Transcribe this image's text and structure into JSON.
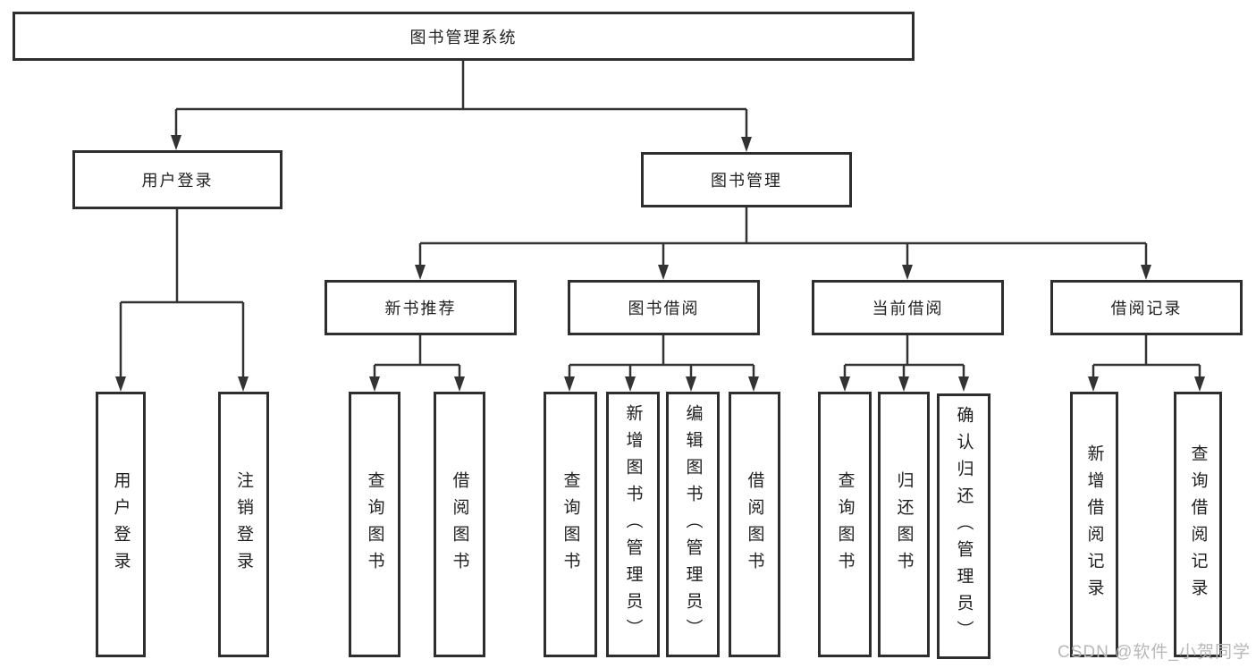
{
  "tree": {
    "label": "图书管理系统",
    "children": [
      {
        "label": "用户登录",
        "children": [
          {
            "label": "用户登录"
          },
          {
            "label": "注销登录"
          }
        ]
      },
      {
        "label": "图书管理",
        "children": [
          {
            "label": "新书推荐",
            "children": [
              {
                "label": "查询图书"
              },
              {
                "label": "借阅图书"
              }
            ]
          },
          {
            "label": "图书借阅",
            "children": [
              {
                "label": "查询图书"
              },
              {
                "label": "新增图书（管理员）"
              },
              {
                "label": "编辑图书（管理员）"
              },
              {
                "label": "借阅图书"
              }
            ]
          },
          {
            "label": "当前借阅",
            "children": [
              {
                "label": "查询图书"
              },
              {
                "label": "归还图书"
              },
              {
                "label": "确认归还（管理员）"
              }
            ]
          },
          {
            "label": "借阅记录",
            "children": [
              {
                "label": "新增借阅记录"
              },
              {
                "label": "查询借阅记录"
              }
            ]
          }
        ]
      }
    ]
  },
  "watermark": "CSDN @软件_小贺同学",
  "colors": {
    "line": "#333333",
    "box_border": "#2e2e2e",
    "text": "#1f1f1f",
    "watermark": "#b8b8b8",
    "background": "#ffffff"
  }
}
